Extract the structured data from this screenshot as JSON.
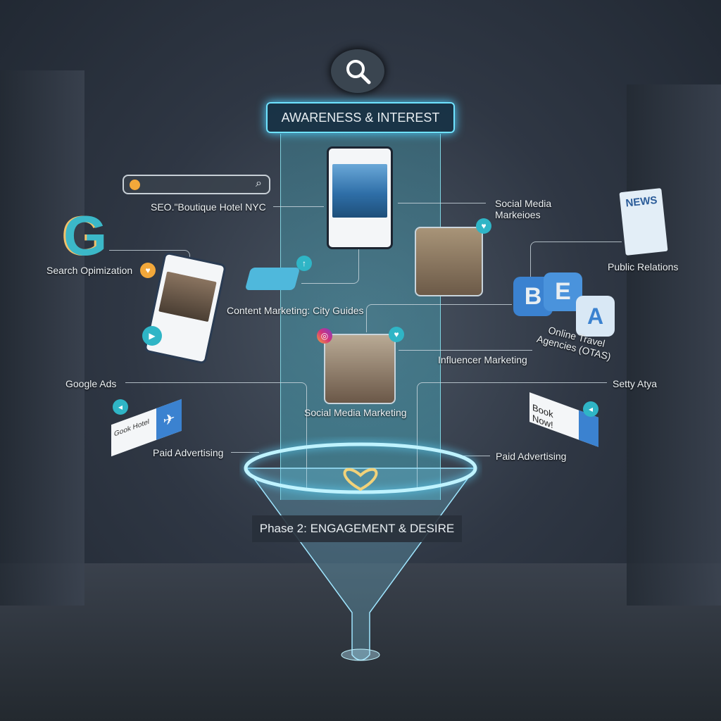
{
  "title": "AWARENESS & INTEREST",
  "phase": "Phase 2: ENGAGEMENT & DESIRE",
  "labels": {
    "seo": "SEO.\"Boutique Hotel NYC",
    "search_opt": "Search Opimization",
    "content": "Content Marketing: City Guides",
    "social_top": "Social Media Markeioes",
    "public_rel": "Public Relations",
    "otas": "Online Travel Agencies (OTAS)",
    "influencer": "Influencer Marketing",
    "google_ads": "Google Ads",
    "social_mid": "Social Media Marketing",
    "setty": "Setty Atya",
    "paid_left": "Paid Advertising",
    "paid_right": "Paid Advertising"
  },
  "icons": {
    "google_letter": "G",
    "news": "NEWS",
    "ota_letters": [
      "B",
      "E",
      "A"
    ],
    "book_now": "Book Now!",
    "google_hotel": "Gook Hotel"
  },
  "colors": {
    "accent": "#6fe3ff",
    "teal": "#2fb5c6",
    "orange": "#f3a83a",
    "blue": "#3b82d0"
  }
}
